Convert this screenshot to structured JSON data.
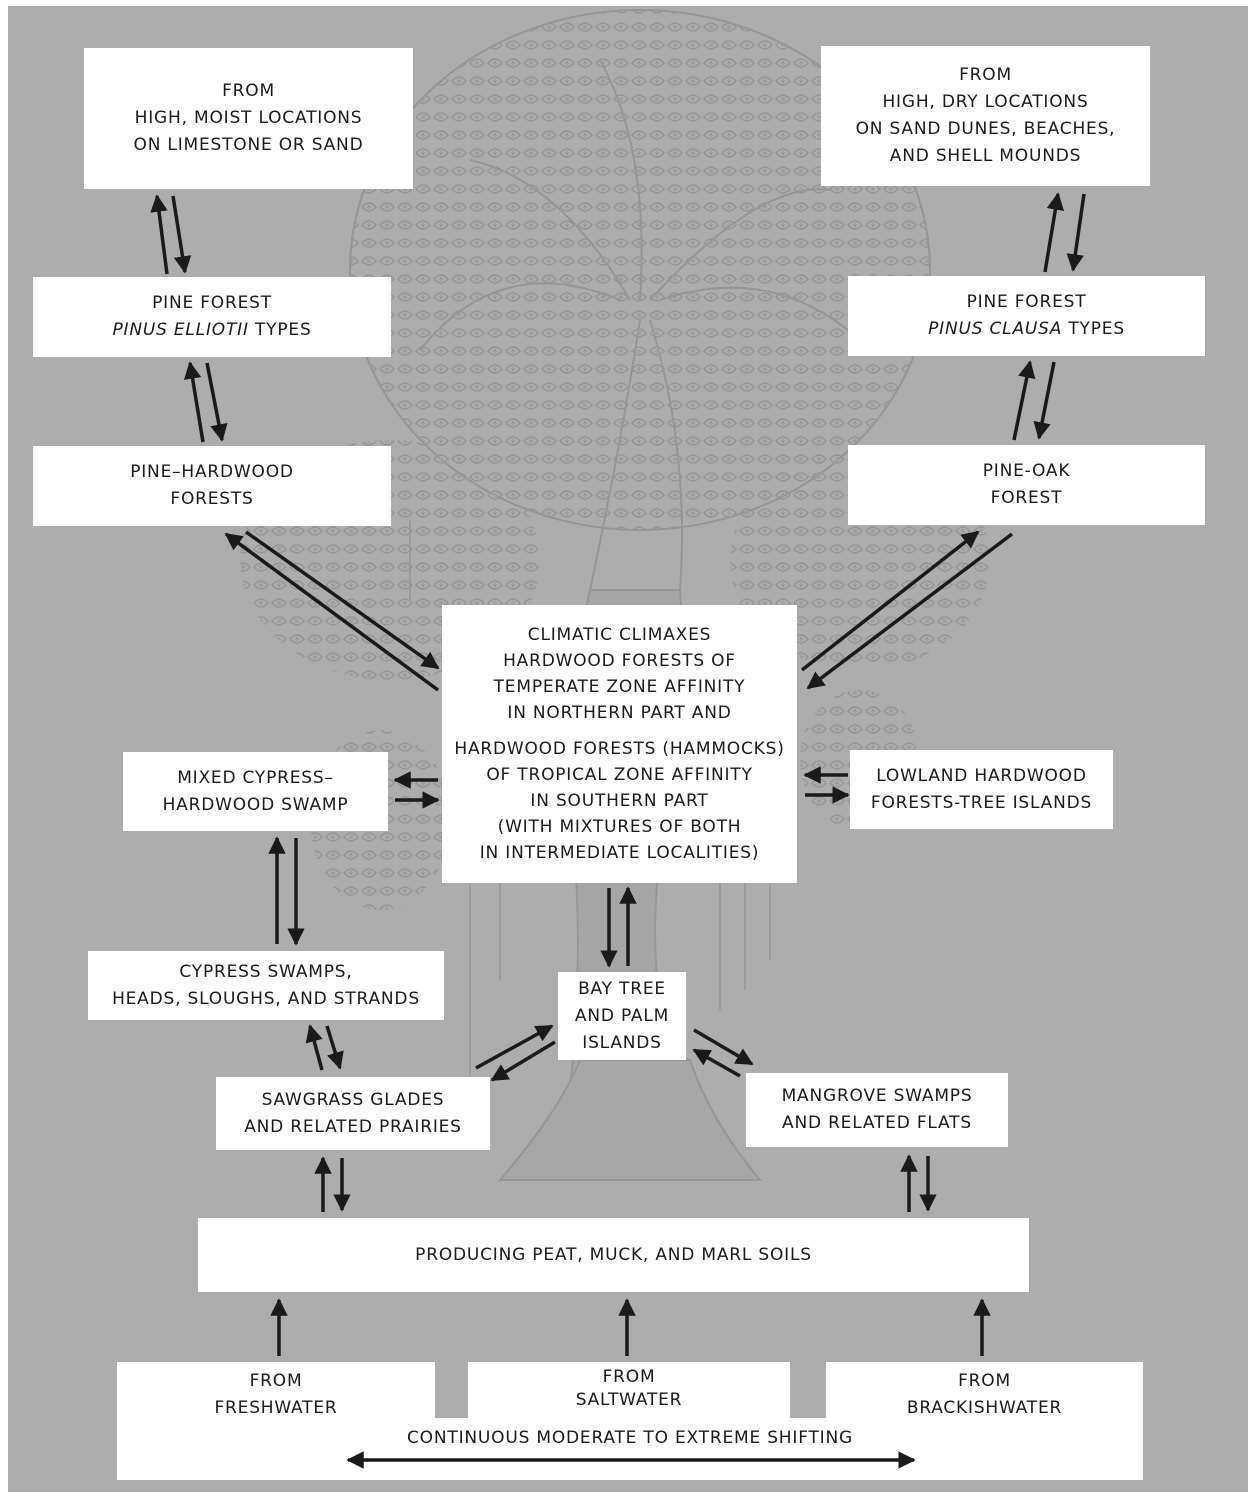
{
  "colors": {
    "background": "#adadad",
    "box_fill": "#ffffff",
    "text": "#1a1a1a",
    "arrow": "#1a1a1a",
    "tree_illustration": "#8f8f8f"
  },
  "illustration": {
    "icon": "tree-illustration"
  },
  "boxes": {
    "high_moist": {
      "lines": [
        "FROM",
        "HIGH, MOIST LOCATIONS",
        "ON LIMESTONE OR SAND"
      ]
    },
    "high_dry": {
      "lines": [
        "FROM",
        "HIGH, DRY LOCATIONS",
        "ON SAND DUNES, BEACHES,",
        "AND SHELL MOUNDS"
      ]
    },
    "pine_elliotii": {
      "line1": "PINE FOREST",
      "species": "PINUS ELLIOTII",
      "suffix": "TYPES"
    },
    "pine_clausa": {
      "line1": "PINE FOREST",
      "species": "PINUS CLAUSA",
      "suffix": "TYPES"
    },
    "pine_hardwood": {
      "lines": [
        "PINE–HARDWOOD",
        "FORESTS"
      ]
    },
    "pine_oak": {
      "lines": [
        "PINE-OAK",
        "FOREST"
      ]
    },
    "climatic": {
      "part1": [
        "CLIMATIC CLIMAXES",
        "HARDWOOD FORESTS OF",
        "TEMPERATE ZONE AFFINITY",
        "IN NORTHERN PART AND"
      ],
      "part2": [
        "HARDWOOD FORESTS (HAMMOCKS)",
        "OF TROPICAL ZONE AFFINITY",
        "IN SOUTHERN PART",
        "(WITH MIXTURES OF BOTH",
        "IN INTERMEDIATE LOCALITIES)"
      ]
    },
    "mixed_cypress": {
      "lines": [
        "MIXED CYPRESS–",
        "HARDWOOD SWAMP"
      ]
    },
    "lowland": {
      "lines": [
        "LOWLAND HARDWOOD",
        "FORESTS-TREE ISLANDS"
      ]
    },
    "cypress_swamps": {
      "lines": [
        "CYPRESS SWAMPS,",
        "HEADS, SLOUGHS, AND STRANDS"
      ]
    },
    "bay_tree": {
      "lines": [
        "BAY TREE",
        "AND PALM",
        "ISLANDS"
      ]
    },
    "sawgrass": {
      "lines": [
        "SAWGRASS GLADES",
        "AND RELATED PRAIRIES"
      ]
    },
    "mangrove": {
      "lines": [
        "MANGROVE SWAMPS",
        "AND RELATED FLATS"
      ]
    },
    "peat": {
      "lines": [
        "PRODUCING PEAT, MUCK, AND MARL SOILS"
      ]
    },
    "freshwater": {
      "lines": [
        "FROM",
        "FRESHWATER"
      ]
    },
    "saltwater": {
      "lines": [
        "FROM",
        "SALTWATER"
      ]
    },
    "brackish": {
      "lines": [
        "FROM",
        "BRACKISHWATER"
      ]
    }
  },
  "shifting_label": "CONTINUOUS MODERATE TO EXTREME SHIFTING"
}
